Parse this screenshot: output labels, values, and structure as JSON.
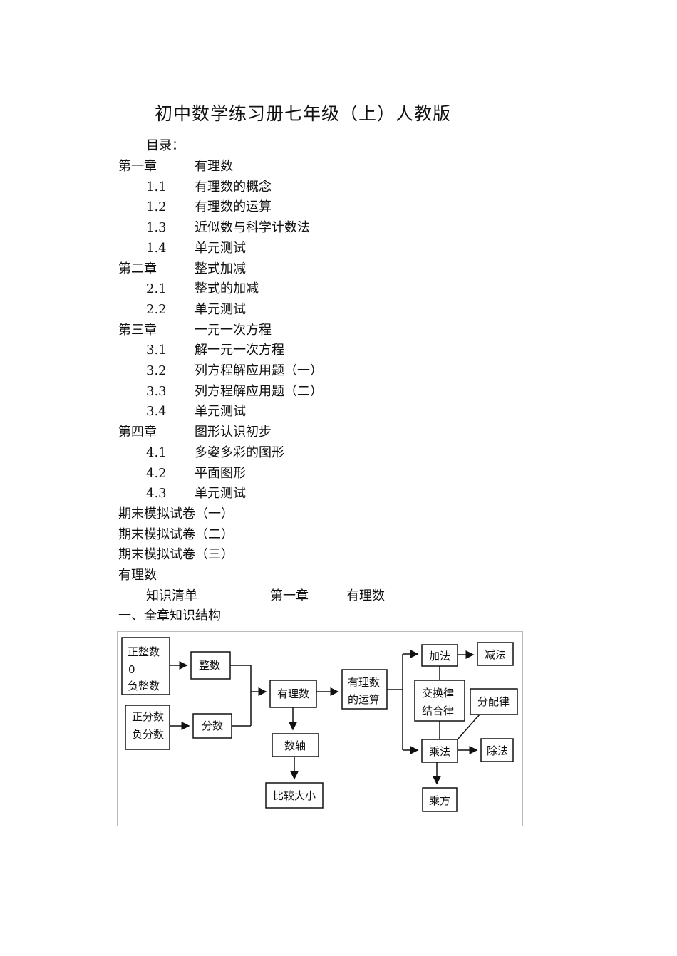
{
  "title": "初中数学练习册七年级（上）人教版",
  "toc_heading": "目录：",
  "toc": [
    {
      "num": "第一章",
      "text": "有理数",
      "level": 0
    },
    {
      "num": "1.1",
      "text": "有理数的概念",
      "level": 1
    },
    {
      "num": "1.2",
      "text": "有理数的运算",
      "level": 1
    },
    {
      "num": "1.3",
      "text": "近似数与科学计数法",
      "level": 1
    },
    {
      "num": "1.4",
      "text": "单元测试",
      "level": 1
    },
    {
      "num": "第二章",
      "text": "整式加减",
      "level": 0
    },
    {
      "num": "2.1",
      "text": "整式的加减",
      "level": 1
    },
    {
      "num": "2.2",
      "text": "单元测试",
      "level": 1
    },
    {
      "num": "第三章",
      "text": "一元一次方程",
      "level": 0
    },
    {
      "num": "3.1",
      "text": "解一元一次方程",
      "level": 1
    },
    {
      "num": "3.2",
      "text": "列方程解应用题（一）",
      "level": 1
    },
    {
      "num": "3.3",
      "text": "列方程解应用题（二）",
      "level": 1
    },
    {
      "num": "3.4",
      "text": "单元测试",
      "level": 1
    },
    {
      "num": "第四章",
      "text": "图形认识初步",
      "level": 0
    },
    {
      "num": "4.1",
      "text": "多姿多彩的图形",
      "level": 1
    },
    {
      "num": "4.2",
      "text": "平面图形",
      "level": 1
    },
    {
      "num": "4.3",
      "text": "单元测试",
      "level": 1
    }
  ],
  "exams": [
    "期末模拟试卷（一）",
    "期末模拟试卷（二）",
    "期末模拟试卷（三）"
  ],
  "section_title": "有理数",
  "knowledge": {
    "label": "知识清单",
    "chapter": "第一章",
    "name": "有理数"
  },
  "structure_heading": "一、全章知识结构",
  "diagram": {
    "positive_integer": "正整数",
    "zero": "0",
    "negative_integer": "负整数",
    "integer": "整数",
    "positive_fraction": "正分数",
    "negative_fraction": "负分数",
    "fraction": "分数",
    "rational": "有理数",
    "number_line": "数轴",
    "compare": "比较大小",
    "operations_1": "有理数",
    "operations_2": "的运算",
    "add": "加法",
    "subtract": "减法",
    "commutative": "交换律",
    "associative": "结合律",
    "distributive": "分配律",
    "multiply": "乘法",
    "divide": "除法",
    "power": "乘方"
  }
}
